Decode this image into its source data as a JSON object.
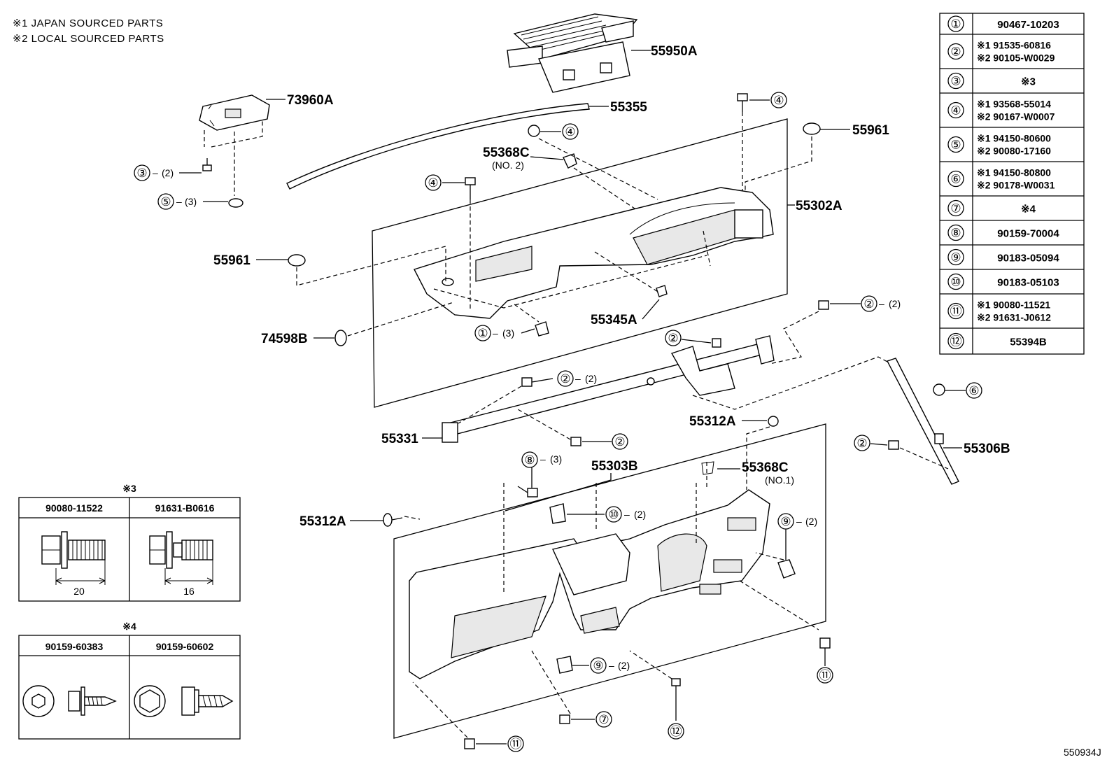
{
  "notes": [
    "※1 JAPAN SOURCED PARTS",
    "※2 LOCAL SOURCED PARTS"
  ],
  "diagram_code": "550934J",
  "labels": {
    "p55950A": "55950A",
    "p73960A": "73960A",
    "p55355": "55355",
    "p55961_top": "55961",
    "p55368C_no2": "55368C",
    "p55368C_no2_sub": "(NO. 2)",
    "p55302A": "55302A",
    "p55961_left": "55961",
    "p74598B": "74598B",
    "p55345A": "55345A",
    "p55331": "55331",
    "p55312A_top": "55312A",
    "p55303B": "55303B",
    "p55368C_no1": "55368C",
    "p55368C_no1_sub": "(NO.1)",
    "p55306B": "55306B",
    "p55312A_left": "55312A"
  },
  "callouts": {
    "c3_qty": "(2)",
    "c5_qty": "(3)",
    "c1_qty": "(3)",
    "c2_right_qty": "(2)",
    "c2_mid_qty": "(2)",
    "c8_qty": "(3)",
    "c10_qty": "(2)",
    "c9_right_qty": "(2)",
    "c9_bottom_qty": "(2)"
  },
  "legend_table": {
    "rows": [
      {
        "num": "①",
        "lines": [
          "90467-10203"
        ]
      },
      {
        "num": "②",
        "lines": [
          "※1 91535-60816",
          "※2 90105-W0029"
        ]
      },
      {
        "num": "③",
        "lines": [
          "※3"
        ]
      },
      {
        "num": "④",
        "lines": [
          "※1 93568-55014",
          "※2 90167-W0007"
        ]
      },
      {
        "num": "⑤",
        "lines": [
          "※1 94150-80600",
          "※2 90080-17160"
        ]
      },
      {
        "num": "⑥",
        "lines": [
          "※1 94150-80800",
          "※2 90178-W0031"
        ]
      },
      {
        "num": "⑦",
        "lines": [
          "※4"
        ]
      },
      {
        "num": "⑧",
        "lines": [
          "90159-70004"
        ]
      },
      {
        "num": "⑨",
        "lines": [
          "90183-05094"
        ]
      },
      {
        "num": "⑩",
        "lines": [
          "90183-05103"
        ]
      },
      {
        "num": "⑪",
        "lines": [
          "※1 90080-11521",
          "※2 91631-J0612"
        ]
      },
      {
        "num": "⑫",
        "lines": [
          "55394B"
        ]
      }
    ]
  },
  "table3": {
    "title": "※3",
    "col1": "90080-11522",
    "col2": "91631-B0616",
    "dim1": "20",
    "dim2": "16"
  },
  "table4": {
    "title": "※4",
    "col1": "90159-60383",
    "col2": "90159-60602"
  },
  "circle_nums": {
    "n1": "①",
    "n2": "②",
    "n3": "③",
    "n4": "④",
    "n5": "⑤",
    "n6": "⑥",
    "n7": "⑦",
    "n8": "⑧",
    "n9": "⑨",
    "n10": "⑩",
    "n11": "⑪",
    "n12": "⑫"
  }
}
